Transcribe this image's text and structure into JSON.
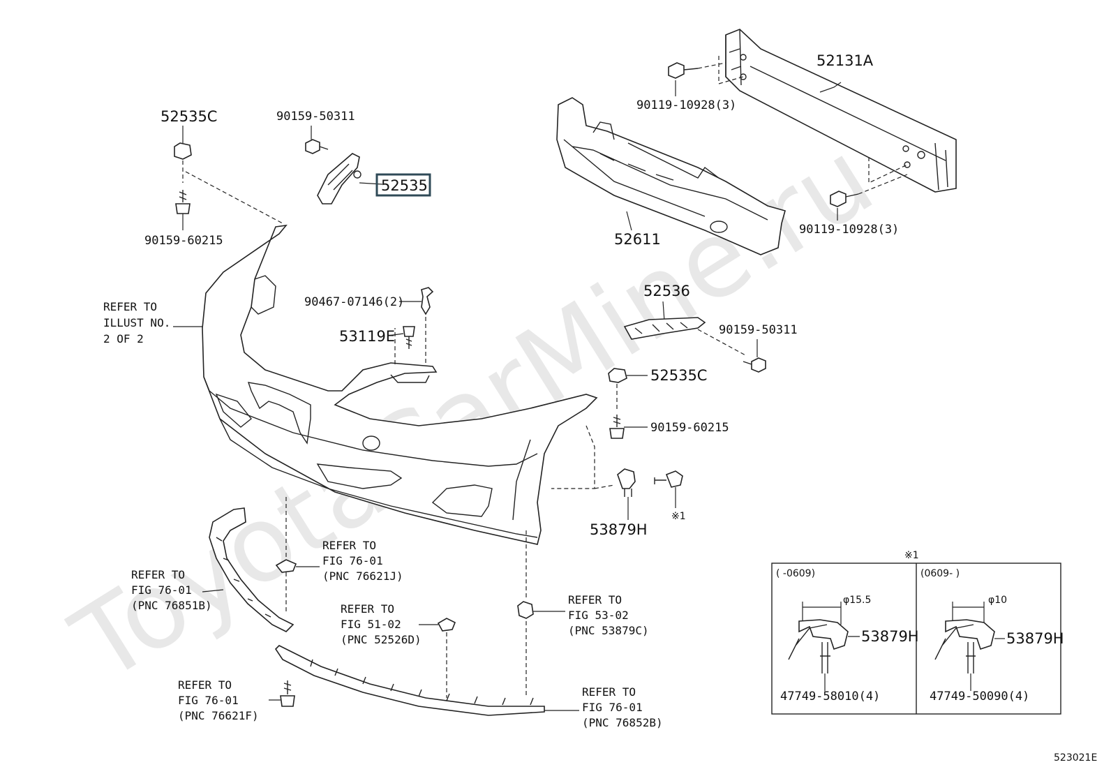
{
  "watermark": "ToyotaCarMine.ru",
  "figure_id": "523021E",
  "highlight_color": "#2f4a57",
  "labels": {
    "p52131A": "52131A",
    "p90119_top": "90119-10928(3)",
    "p90119_bottom": "90119-10928(3)",
    "p52611": "52611",
    "p52535C_top": "52535C",
    "p90159_50311_top": "90159-50311",
    "p52535": "52535",
    "p90159_60215_top": "90159-60215",
    "refer_illust_1": "REFER TO",
    "refer_illust_2": "ILLUST NO.",
    "refer_illust_3": "2 OF 2",
    "p90467": "90467-07146(2)",
    "p53119E": "53119E",
    "p52536": "52536",
    "p90159_50311_right": "90159-50311",
    "p52535C_right": "52535C",
    "p90159_60215_right": "90159-60215",
    "note_mark": "※1",
    "p53879H_main": "53879H",
    "ref_76621J_1": "REFER TO",
    "ref_76621J_2": "FIG 76-01",
    "ref_76621J_3": "(PNC 76621J)",
    "ref_76851B_1": "REFER TO",
    "ref_76851B_2": "FIG 76-01",
    "ref_76851B_3": "(PNC 76851B)",
    "ref_52526D_1": "REFER TO",
    "ref_52526D_2": "FIG 51-02",
    "ref_52526D_3": "(PNC 52526D)",
    "ref_53879C_1": "REFER TO",
    "ref_53879C_2": "FIG 53-02",
    "ref_53879C_3": "(PNC 53879C)",
    "ref_76621F_1": "REFER TO",
    "ref_76621F_2": "FIG 76-01",
    "ref_76621F_3": "(PNC 76621F)",
    "ref_76852B_1": "REFER TO",
    "ref_76852B_2": "FIG 76-01",
    "ref_76852B_3": "(PNC 76852B)"
  },
  "detail_box": {
    "title": "※1",
    "left": {
      "date_range": "(     -0609)",
      "dimension": "φ15.5",
      "part": "53879H",
      "fastener": "47749-58010(4)"
    },
    "right": {
      "date_range": "(0609-     )",
      "dimension": "φ10",
      "part": "53879H",
      "fastener": "47749-50090(4)"
    }
  }
}
